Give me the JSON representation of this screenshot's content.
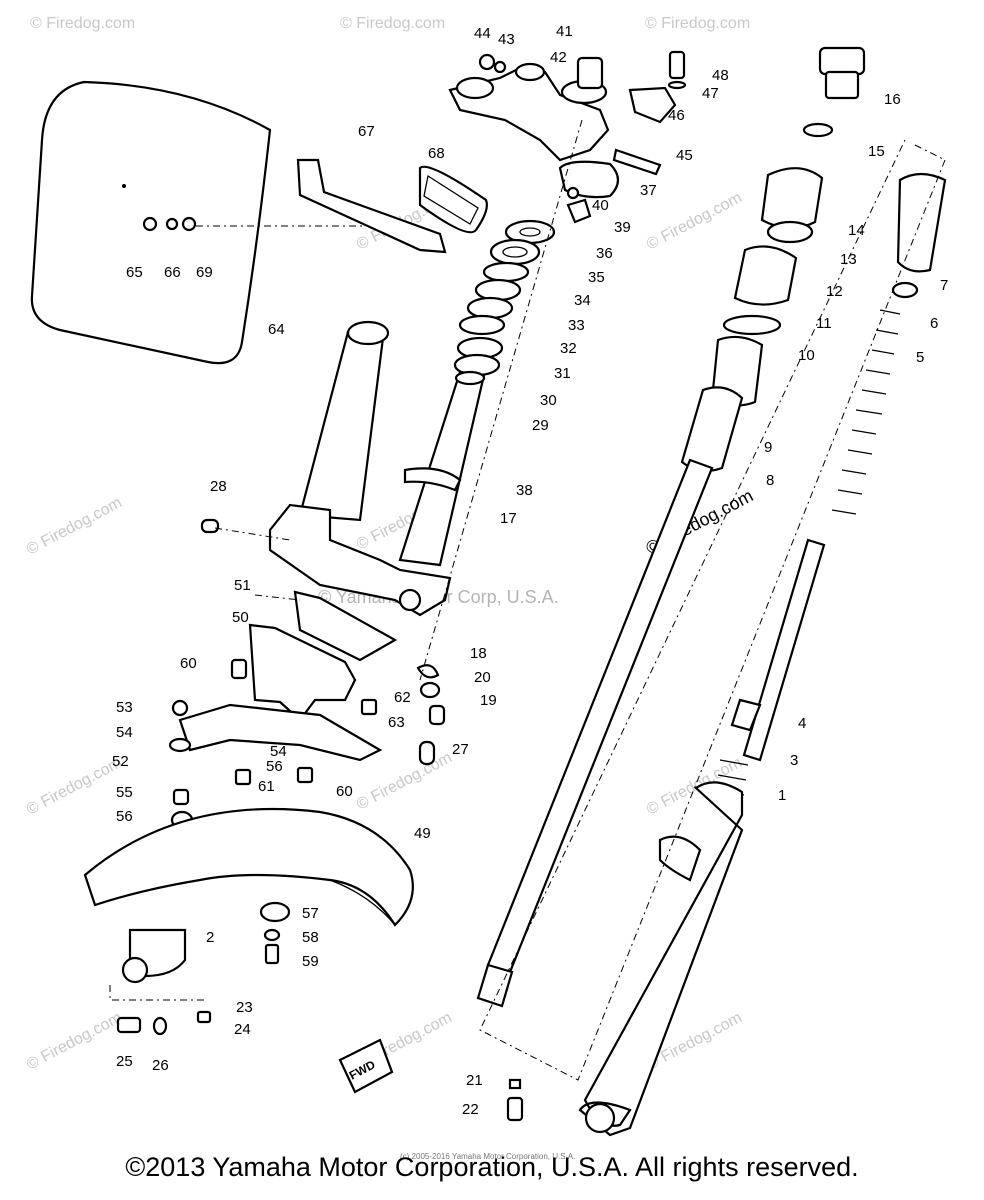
{
  "diagram": {
    "watermark_site": "© Firedog.com",
    "watermark_center": "© Yamaha Motor Corp, U.S.A.",
    "fwd_label": "FWD",
    "footer_small": "(c) 2005-2016 Yamaha Motor Corporation, U.S.A.",
    "footer": "©2013 Yamaha Motor Corporation, U.S.A. All rights reserved.",
    "labels": [
      "1",
      "2",
      "3",
      "4",
      "5",
      "6",
      "7",
      "8",
      "9",
      "10",
      "11",
      "12",
      "13",
      "14",
      "15",
      "16",
      "17",
      "18",
      "19",
      "20",
      "21",
      "22",
      "23",
      "24",
      "25",
      "26",
      "27",
      "28",
      "29",
      "30",
      "31",
      "32",
      "33",
      "34",
      "35",
      "36",
      "37",
      "38",
      "39",
      "40",
      "41",
      "42",
      "43",
      "44",
      "45",
      "46",
      "47",
      "48",
      "49",
      "50",
      "51",
      "52",
      "53",
      "54",
      "54",
      "55",
      "56",
      "56",
      "57",
      "58",
      "59",
      "60",
      "60",
      "61",
      "62",
      "63",
      "64",
      "65",
      "66",
      "67",
      "68",
      "69"
    ]
  }
}
